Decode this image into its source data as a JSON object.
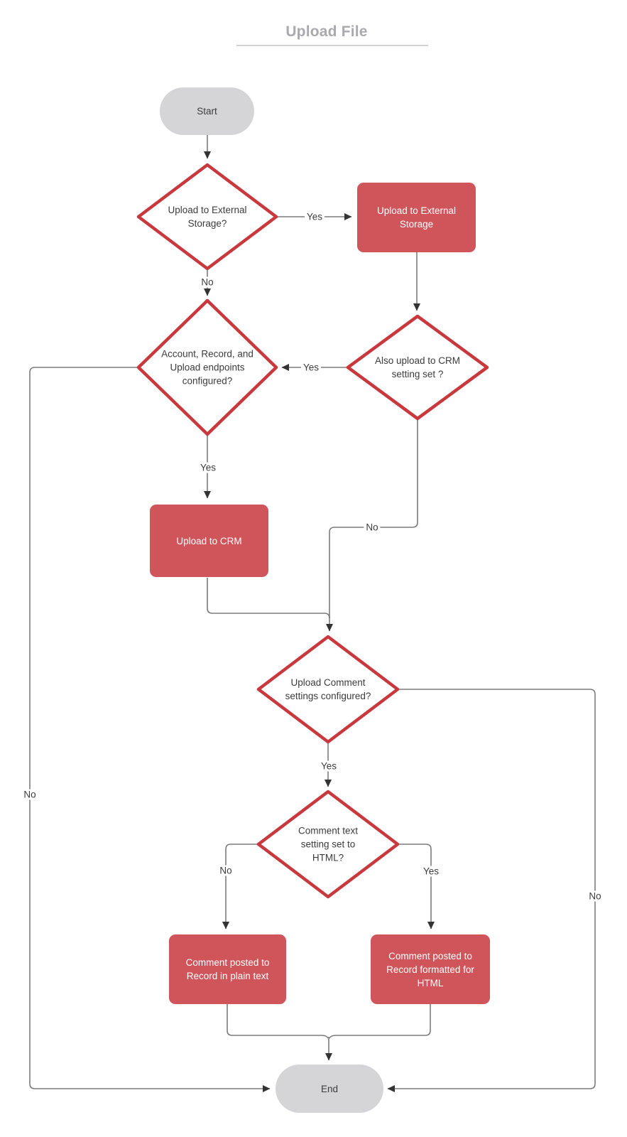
{
  "title": {
    "text": "Upload File"
  },
  "nodes": {
    "start": {
      "label": "Start",
      "type": "terminal"
    },
    "d1": {
      "label": "Upload to External Storage?",
      "type": "decision"
    },
    "r1": {
      "label": "Upload to External Storage",
      "type": "process"
    },
    "d2": {
      "label": "Account, Record, and Upload endpoints configured?",
      "type": "decision"
    },
    "d3": {
      "label": "Also upload to CRM setting set ?",
      "type": "decision"
    },
    "r2": {
      "label": "Upload to CRM",
      "type": "process"
    },
    "d4": {
      "label": "Upload Comment settings configured?",
      "type": "decision"
    },
    "d5": {
      "label": "Comment text setting set to HTML?",
      "type": "decision"
    },
    "r3": {
      "label": "Comment posted to Record in plain text",
      "type": "process"
    },
    "r4": {
      "label": "Comment posted to Record formatted for HTML",
      "type": "process"
    },
    "end": {
      "label": "End",
      "type": "terminal"
    }
  },
  "edge_labels": {
    "d1_yes": "Yes",
    "d1_no": "No",
    "d3_to_d2_yes": "Yes",
    "d2_yes": "Yes",
    "d2_no": "No",
    "d3_no": "No",
    "d4_no": "No",
    "d4_yes": "Yes",
    "d5_no": "No",
    "d5_yes": "Yes"
  },
  "colors": {
    "decision_stroke": "#c9383c",
    "process_fill": "#d0555a",
    "terminal_fill": "#d5d5d7",
    "connector": "#7b7b7b",
    "arrowhead": "#333333",
    "title_text": "#a9a9af",
    "node_text": "#3c3c3c"
  }
}
